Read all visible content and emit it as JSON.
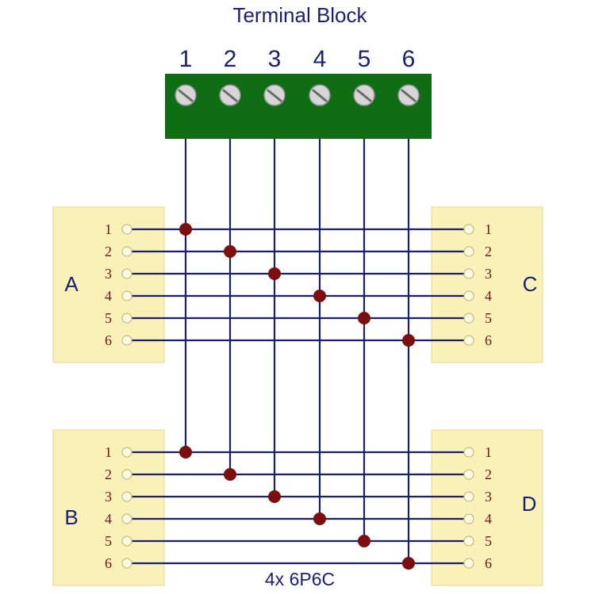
{
  "title": "Terminal Block",
  "footer": "4x 6P6C",
  "terminal_numbers": [
    "1",
    "2",
    "3",
    "4",
    "5",
    "6"
  ],
  "pin_numbers": [
    "1",
    "2",
    "3",
    "4",
    "5",
    "6"
  ],
  "connectors": [
    {
      "id": "a",
      "label": "A"
    },
    {
      "id": "b",
      "label": "B"
    },
    {
      "id": "c",
      "label": "C"
    },
    {
      "id": "d",
      "label": "D"
    }
  ],
  "colors": {
    "terminal_block": "#0f6d14",
    "connector_fill": "#faf1b8",
    "connector_border": "#e4d98e",
    "wire": "#1c1f6e",
    "junction": "#7b0f0f",
    "pin_label": "#6e1616",
    "screw": "#d6d6d6"
  }
}
